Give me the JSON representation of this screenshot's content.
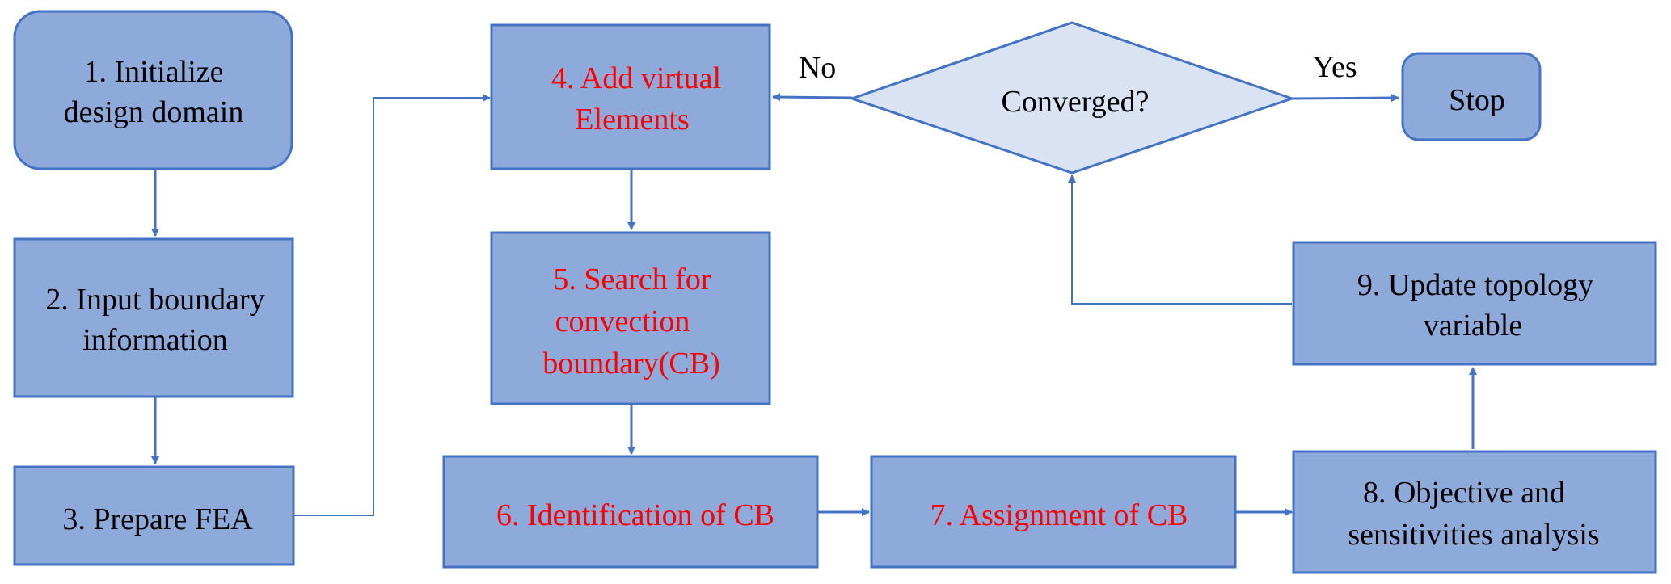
{
  "colors": {
    "box_fill": "#8eaadb",
    "box_stroke": "#4472c4",
    "diamond_fill": "#dae3f3",
    "black_text": "#000000",
    "red_text": "#ff0000"
  },
  "nodes": {
    "n1": {
      "lines": [
        "1. Initialize",
        "design domain"
      ],
      "color": "black"
    },
    "n2": {
      "lines": [
        "2. Input boundary",
        "information"
      ],
      "color": "black"
    },
    "n3": {
      "lines": [
        "3. Prepare FEA"
      ],
      "color": "black"
    },
    "n4": {
      "lines": [
        "4. Add virtual",
        "Elements"
      ],
      "color": "red"
    },
    "n5": {
      "lines": [
        "5. Search for",
        "convection",
        "boundary(CB)"
      ],
      "color": "red"
    },
    "n6": {
      "lines": [
        "6. Identification of CB"
      ],
      "color": "red"
    },
    "n7": {
      "lines": [
        "7. Assignment of  CB"
      ],
      "color": "red"
    },
    "n8": {
      "lines": [
        "8. Objective and",
        "sensitivities analysis"
      ],
      "color": "black"
    },
    "n9": {
      "lines": [
        "9. Update topology",
        "variable"
      ],
      "color": "black"
    },
    "decision": {
      "lines": [
        "Converged?"
      ],
      "color": "black"
    },
    "stop": {
      "lines": [
        "Stop"
      ],
      "color": "black"
    }
  },
  "edge_labels": {
    "no": "No",
    "yes": "Yes"
  }
}
